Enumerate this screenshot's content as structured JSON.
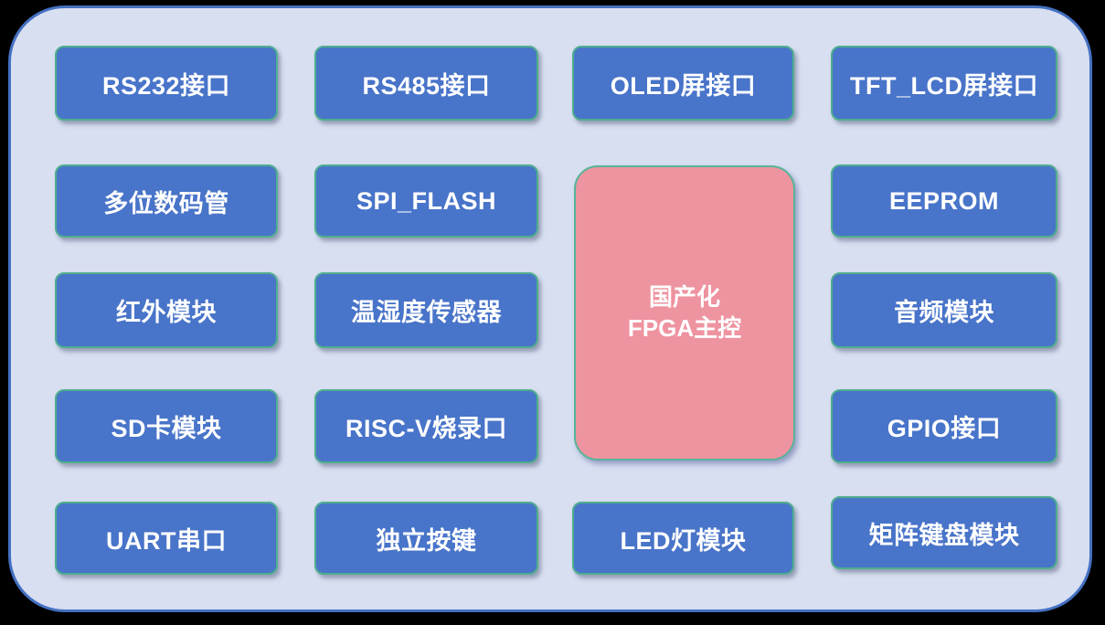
{
  "diagram": {
    "center": {
      "line1": "国产化",
      "line2": "FPGA主控"
    },
    "modules": [
      {
        "label": "RS232接口"
      },
      {
        "label": "RS485接口"
      },
      {
        "label": "OLED屏接口"
      },
      {
        "label": "TFT_LCD屏接口"
      },
      {
        "label": "多位数码管"
      },
      {
        "label": "SPI_FLASH"
      },
      {
        "label": "EEPROM"
      },
      {
        "label": "红外模块"
      },
      {
        "label": "温湿度传感器"
      },
      {
        "label": "音频模块"
      },
      {
        "label": "SD卡模块"
      },
      {
        "label": "RISC-V烧录口"
      },
      {
        "label": "GPIO接口"
      },
      {
        "label": "UART串口"
      },
      {
        "label": "独立按键"
      },
      {
        "label": "LED灯模块"
      },
      {
        "label": "矩阵键盘模块"
      }
    ],
    "colors": {
      "page_background": "#000000",
      "canvas_fill": "#D8DFF1",
      "canvas_border": "#4470C2",
      "module_fill": "#4874C9",
      "module_border": "#4FAE8E",
      "center_fill": "#EE93A0",
      "center_border": "#57B498",
      "text": "#FFFFFF"
    }
  }
}
